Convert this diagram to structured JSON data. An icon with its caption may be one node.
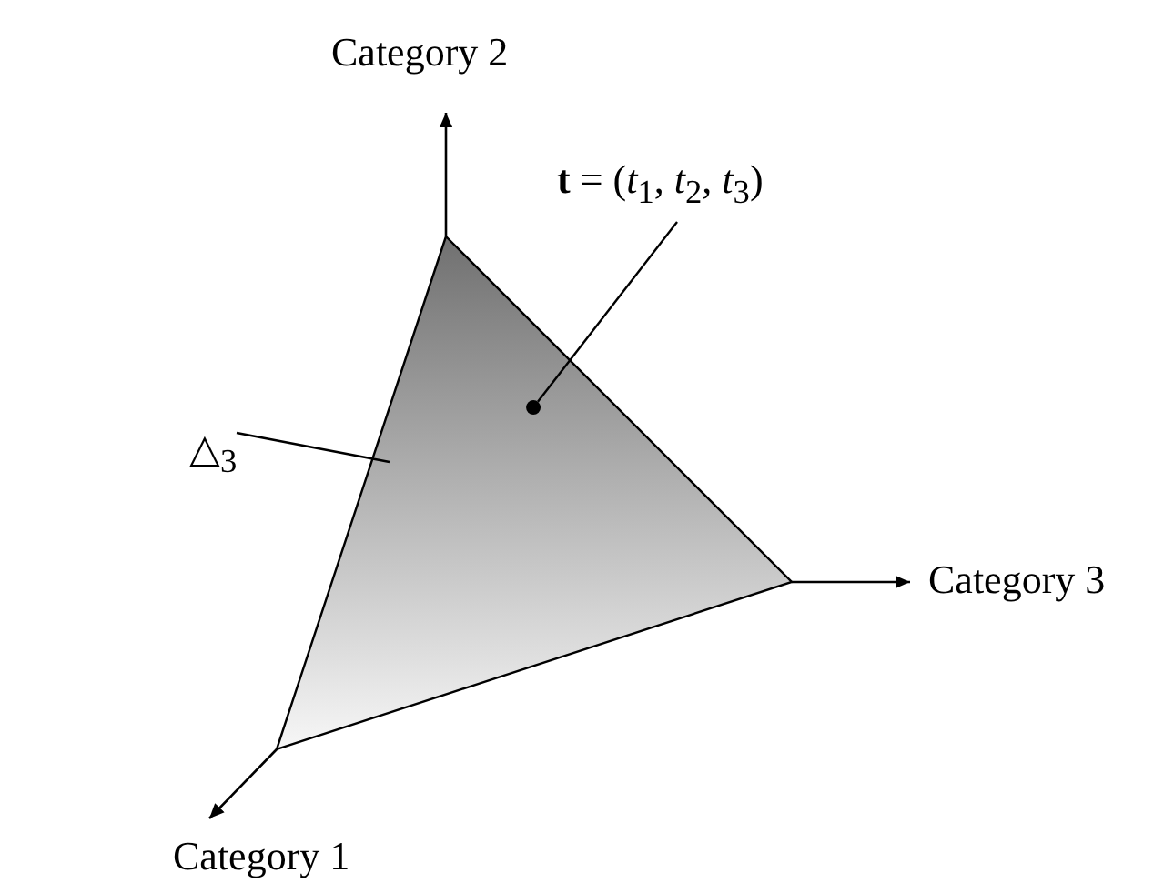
{
  "diagram": {
    "nodes": [
      {
        "text": [
          "**t** = (*t*$_{1}$, *t*$_{2}$, *t*$_{3}$)"
        ]
      },
      {
        "text": [],
        "shape": "circle",
        "in": 3
      },
      {
        "text": [
          "△$_{3}$"
        ]
      },
      {
        "text": [],
        "shape": "triangle"
      }
    ],
    "edges": [
      {
        "from": 0,
        "to": 1,
        "arrow": "none"
      },
      {
        "from": 2,
        "to": 3,
        "arrow": "none"
      }
    ],
    "labels": [
      "Category 2",
      "Category 3",
      "Category 1"
    ]
  }
}
